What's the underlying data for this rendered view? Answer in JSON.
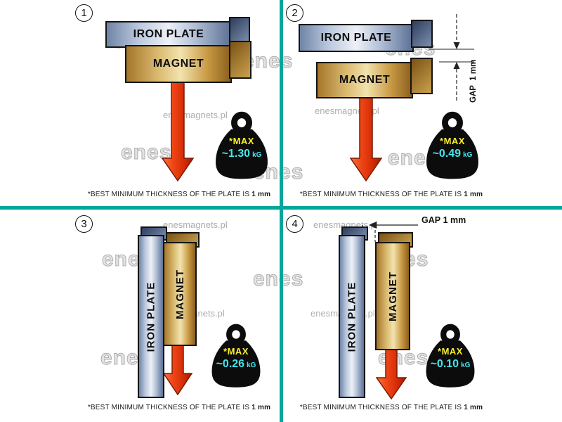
{
  "colors": {
    "divider_teal": "#00a79b",
    "arrow_red": "#e03410",
    "max_label_yellow": "#f8ee2e",
    "value_cyan": "#45e6ee",
    "magnet_gold": "#d9b96e",
    "plate_steel": "#b9c7dd"
  },
  "watermark": {
    "brand": "enes",
    "site": "enesmagnets.pl"
  },
  "labels": {
    "iron_plate": "IRON PLATE",
    "magnet": "MAGNET",
    "gap": "GAP",
    "gap_value": "1 mm",
    "max": "*MAX",
    "unit": "kG"
  },
  "caption": {
    "text": "*BEST MINIMUM THICKNESS OF THE PLATE IS",
    "bold": "1 mm"
  },
  "panels": [
    {
      "number": "1",
      "value": "~1.30"
    },
    {
      "number": "2",
      "value": "~0.49"
    },
    {
      "number": "3",
      "value": "~0.26"
    },
    {
      "number": "4",
      "value": "~0.10"
    }
  ]
}
